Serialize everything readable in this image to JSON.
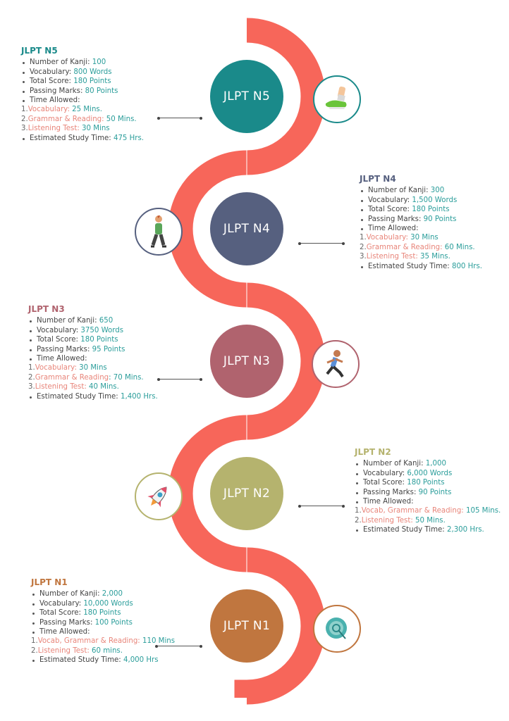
{
  "colors": {
    "path": "#f7665a",
    "value": "#2a9d9a",
    "sublabel": "#e8857a"
  },
  "levels": [
    {
      "name": "JLPT N5",
      "title": "JLPT N5",
      "color": "#1a8a8a",
      "icon": "running-shoe-icon",
      "items": [
        {
          "label": "Number of Kanji: ",
          "value": "100"
        },
        {
          "label": "Vocabulary: ",
          "value": "800 Words"
        },
        {
          "label": "Total Score: ",
          "value": "180 Points"
        },
        {
          "label": "Passing Marks: ",
          "value": "80 Points"
        },
        {
          "label": "Time Allowed:",
          "value": ""
        }
      ],
      "time": [
        {
          "num": "1.",
          "label": "Vocabulary:",
          "value": " 25 Mins."
        },
        {
          "num": "2.",
          "label": "Grammar & Reading:",
          "value": " 50 Mins."
        },
        {
          "num": "3.",
          "label": "Listening Test:",
          "value": " 30 Mins"
        }
      ],
      "study": {
        "label": "Estimated Study Time: ",
        "value": "475 Hrs."
      }
    },
    {
      "name": "JLPT N4",
      "title": "JLPT N4",
      "color": "#56607f",
      "icon": "walking-person-icon",
      "items": [
        {
          "label": "Number of Kanji: ",
          "value": "300"
        },
        {
          "label": "Vocabulary: ",
          "value": "1,500 Words"
        },
        {
          "label": "Total Score: ",
          "value": "180 Points"
        },
        {
          "label": "Passing Marks: ",
          "value": "90 Points"
        },
        {
          "label": "Time Allowed:",
          "value": ""
        }
      ],
      "time": [
        {
          "num": "1.",
          "label": "Vocabulary:",
          "value": " 30 Mins"
        },
        {
          "num": "2.",
          "label": "Grammar & Reading:",
          "value": " 60 Mins."
        },
        {
          "num": "3.",
          "label": "Listening Test:",
          "value": " 35 Mins."
        }
      ],
      "study": {
        "label": "Estimated Study Time: ",
        "value": "800 Hrs."
      }
    },
    {
      "name": "JLPT N3",
      "title": "JLPT N3",
      "color": "#b0636e",
      "icon": "running-person-icon",
      "items": [
        {
          "label": "Number of Kanji: ",
          "value": "650"
        },
        {
          "label": "Vocabulary: ",
          "value": "3750 Words"
        },
        {
          "label": "Total Score: ",
          "value": "180 Points"
        },
        {
          "label": "Passing Marks: ",
          "value": "95 Points"
        },
        {
          "label": "Time Allowed:",
          "value": ""
        }
      ],
      "time": [
        {
          "num": "1.",
          "label": "Vocabulary:",
          "value": " 30 Mins"
        },
        {
          "num": "2.",
          "label": "Grammar & Reading",
          "value": ": 70 Mins."
        },
        {
          "num": "3.",
          "label": "Listening Test:",
          "value": " 40 Mins."
        }
      ],
      "study": {
        "label": "Estimated Study Time: ",
        "value": "1,400 Hrs."
      }
    },
    {
      "name": "JLPT N2",
      "title": "JLPT N2",
      "color": "#b5b36e",
      "icon": "rocket-icon",
      "items": [
        {
          "label": "Number of Kanji: ",
          "value": "1,000"
        },
        {
          "label": "Vocabulary: ",
          "value": "6,000 Words"
        },
        {
          "label": "Total Score: ",
          "value": "180 Points"
        },
        {
          "label": "Passing Marks: ",
          "value": "90 Points"
        },
        {
          "label": "Time Allowed:",
          "value": ""
        }
      ],
      "time": [
        {
          "num": "1.",
          "label": "Vocab, Grammar & Reading:",
          "value": " 105 Mins."
        },
        {
          "num": "2.",
          "label": "Listening Test:",
          "value": " 50 Mins."
        }
      ],
      "study": {
        "label": "Estimated Study Time: ",
        "value": "2,300 Hrs."
      }
    },
    {
      "name": "JLPT N1",
      "title": "JLPT N1",
      "color": "#c0763f",
      "icon": "target-icon",
      "items": [
        {
          "label": "Number of Kanji: ",
          "value": "2,000"
        },
        {
          "label": "Vocabulary: ",
          "value": "10,000 Words"
        },
        {
          "label": "Total Score: ",
          "value": "180 Points"
        },
        {
          "label": "Passing Marks: ",
          "value": "100 Points"
        },
        {
          "label": "Time Allowed:",
          "value": ""
        }
      ],
      "time": [
        {
          "num": "1.",
          "label": "Vocab, Grammar & Reading:",
          "value": " 110 Mins"
        },
        {
          "num": "2.",
          "label": "Listening Test:",
          "value": " 60 mins."
        }
      ],
      "study": {
        "label": "Estimated Study Time: ",
        "value": "4,000 Hrs"
      }
    }
  ]
}
